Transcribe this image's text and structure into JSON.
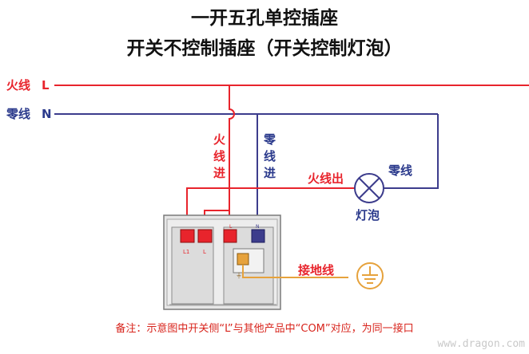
{
  "title": {
    "line1": "一开五孔单控插座",
    "line2": "开关不控制插座（开关控制灯泡）"
  },
  "mains": {
    "live_label": "火线",
    "live_letter": "L",
    "neutral_label": "零线",
    "neutral_letter": "N"
  },
  "wires": {
    "live_in": [
      "火",
      "线",
      "进"
    ],
    "neutral_in": [
      "零",
      "线",
      "进"
    ],
    "live_out": "火线出",
    "neutral_lamp": "零线",
    "ground": "接地线"
  },
  "lamp": {
    "label": "灯泡"
  },
  "terminals": {
    "switch_l1": "L1",
    "switch_l": "L",
    "socket_l": "L",
    "socket_n": "N",
    "ground_mark": "⏚"
  },
  "note": "备注：示意图中开关侧“L”与其他产品中“COM”对应，为同一接口",
  "watermark": "www.dragon.com",
  "colors": {
    "live": "#e8242c",
    "neutral": "#3c3c8c",
    "ground": "#e6a23c",
    "panel": "#e6e6e6",
    "panel_edge": "#7a7a7a",
    "neutral_text": "#2b3a8c",
    "live_text": "#e8242c"
  }
}
